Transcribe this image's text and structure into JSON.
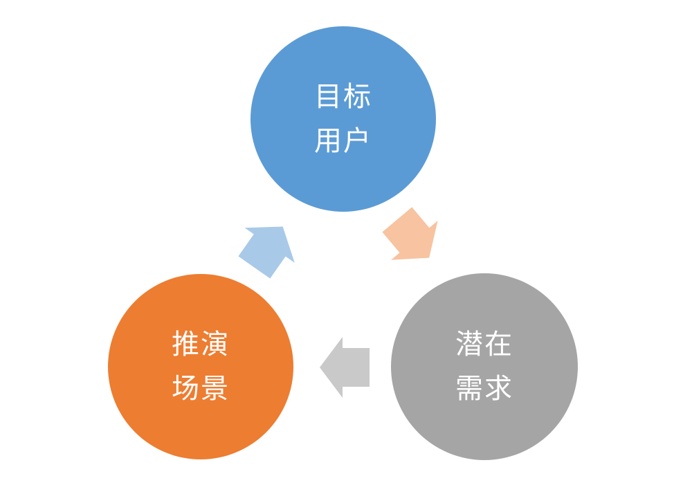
{
  "colors": {
    "blue": "#5B9BD5",
    "orange": "#ED7D31",
    "gray": "#A5A5A5",
    "arrow_blue": "#A9C9E8",
    "arrow_peach": "#F7C3A0",
    "arrow_gray": "#C9C9C9"
  },
  "nodes": [
    {
      "id": "target-users",
      "line1": "目标",
      "line2": "用户"
    },
    {
      "id": "latent-needs",
      "line1": "潜在",
      "line2": "需求"
    },
    {
      "id": "scenarios",
      "line1": "推演",
      "line2": "场景"
    }
  ],
  "edges": [
    {
      "from": "target-users",
      "to": "latent-needs"
    },
    {
      "from": "latent-needs",
      "to": "scenarios"
    },
    {
      "from": "scenarios",
      "to": "target-users"
    }
  ]
}
